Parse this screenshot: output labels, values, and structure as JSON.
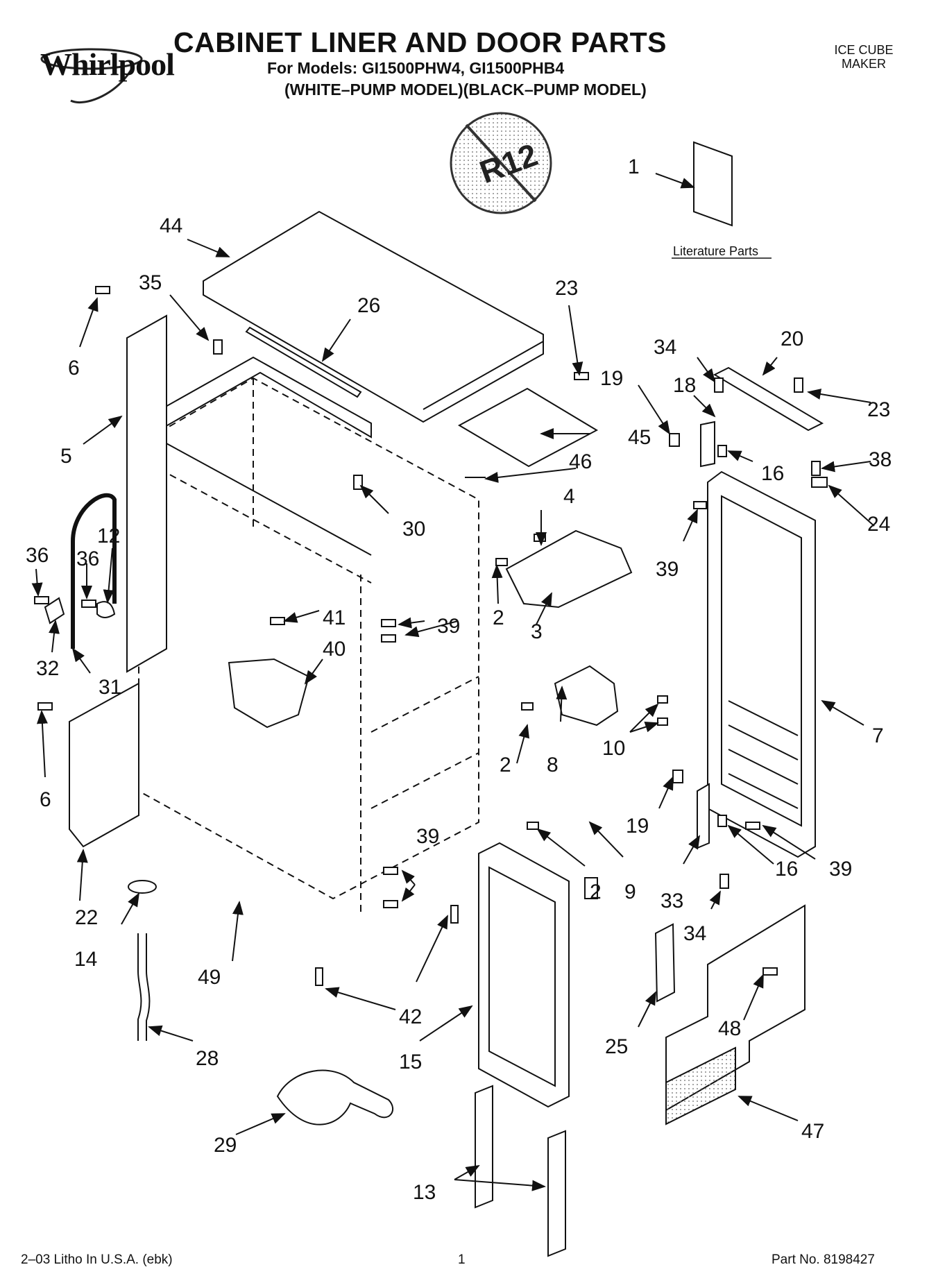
{
  "brand": "Whirlpool",
  "title": "CABINET LINER AND DOOR PARTS",
  "models_line": "For Models: GI1500PHW4, GI1500PHB4",
  "variants_line": "(WHITE–PUMP MODEL)(BLACK–PUMP MODEL)",
  "category": {
    "line1": "ICE CUBE",
    "line2": "MAKER"
  },
  "badge": "R12",
  "literature_label": "Literature Parts",
  "callouts": [
    {
      "id": "c1",
      "text": "1"
    },
    {
      "id": "c2a",
      "text": "2"
    },
    {
      "id": "c2b",
      "text": "2"
    },
    {
      "id": "c2c",
      "text": "2"
    },
    {
      "id": "c3",
      "text": "3"
    },
    {
      "id": "c4",
      "text": "4"
    },
    {
      "id": "c5",
      "text": "5"
    },
    {
      "id": "c6a",
      "text": "6"
    },
    {
      "id": "c6b",
      "text": "6"
    },
    {
      "id": "c7",
      "text": "7"
    },
    {
      "id": "c8",
      "text": "8"
    },
    {
      "id": "c9",
      "text": "9"
    },
    {
      "id": "c10",
      "text": "10"
    },
    {
      "id": "c12",
      "text": "12"
    },
    {
      "id": "c13",
      "text": "13"
    },
    {
      "id": "c14",
      "text": "14"
    },
    {
      "id": "c15",
      "text": "15"
    },
    {
      "id": "c16a",
      "text": "16"
    },
    {
      "id": "c16b",
      "text": "16"
    },
    {
      "id": "c18",
      "text": "18"
    },
    {
      "id": "c19a",
      "text": "19"
    },
    {
      "id": "c19b",
      "text": "19"
    },
    {
      "id": "c20",
      "text": "20"
    },
    {
      "id": "c22",
      "text": "22"
    },
    {
      "id": "c23a",
      "text": "23"
    },
    {
      "id": "c23b",
      "text": "23"
    },
    {
      "id": "c24",
      "text": "24"
    },
    {
      "id": "c25",
      "text": "25"
    },
    {
      "id": "c26",
      "text": "26"
    },
    {
      "id": "c28",
      "text": "28"
    },
    {
      "id": "c29",
      "text": "29"
    },
    {
      "id": "c30",
      "text": "30"
    },
    {
      "id": "c31",
      "text": "31"
    },
    {
      "id": "c32",
      "text": "32"
    },
    {
      "id": "c33",
      "text": "33"
    },
    {
      "id": "c34a",
      "text": "34"
    },
    {
      "id": "c34b",
      "text": "34"
    },
    {
      "id": "c35",
      "text": "35"
    },
    {
      "id": "c36a",
      "text": "36"
    },
    {
      "id": "c36b",
      "text": "36"
    },
    {
      "id": "c38",
      "text": "38"
    },
    {
      "id": "c39a",
      "text": "39"
    },
    {
      "id": "c39b",
      "text": "39"
    },
    {
      "id": "c39c",
      "text": "39"
    },
    {
      "id": "c39d",
      "text": "39"
    },
    {
      "id": "c40",
      "text": "40"
    },
    {
      "id": "c41",
      "text": "41"
    },
    {
      "id": "c42",
      "text": "42"
    },
    {
      "id": "c44",
      "text": "44"
    },
    {
      "id": "c45",
      "text": "45"
    },
    {
      "id": "c46",
      "text": "46"
    },
    {
      "id": "c47",
      "text": "47"
    },
    {
      "id": "c48",
      "text": "48"
    },
    {
      "id": "c49",
      "text": "49"
    }
  ],
  "footer": {
    "left": "2–03 Litho In U.S.A. (ebk)",
    "center": "1",
    "right": "Part No. 8198427"
  }
}
